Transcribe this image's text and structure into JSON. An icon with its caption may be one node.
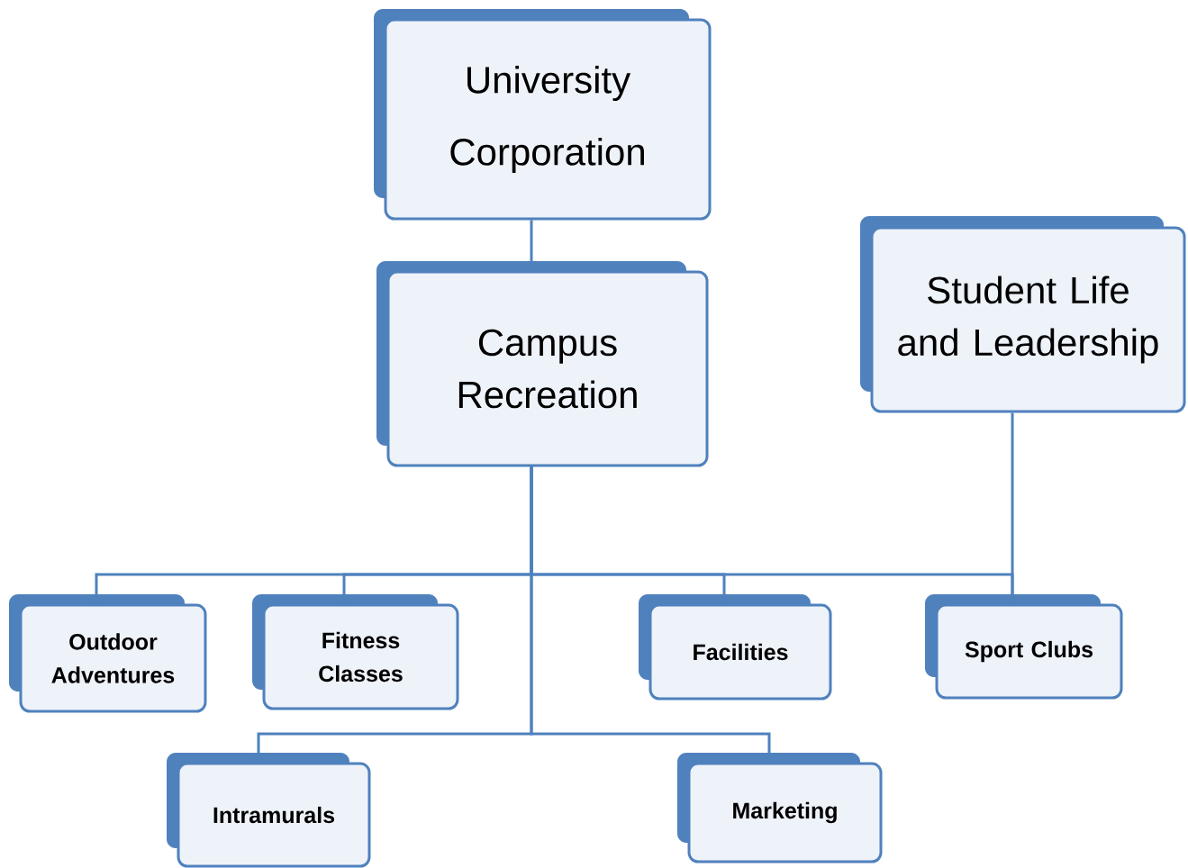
{
  "diagram": {
    "nodes": [
      {
        "text": [
          "University Corporation"
        ]
      },
      {
        "text": [
          "Campus Recreation"
        ]
      },
      {
        "text": [
          "Student Life and Leadership"
        ]
      },
      {
        "text": [
          "Outdoor Adventures"
        ]
      },
      {
        "text": [
          "Fitness Classes"
        ]
      },
      {
        "text": [
          "Facilities"
        ]
      },
      {
        "text": [
          "Sport Clubs"
        ]
      },
      {
        "text": [
          "Intramurals"
        ]
      },
      {
        "text": [
          "Marketing"
        ]
      }
    ],
    "edges": [
      {
        "from": 0,
        "to": 1,
        "arrow": "none"
      },
      {
        "from": 1,
        "to": 3,
        "arrow": "none"
      },
      {
        "from": 1,
        "to": 4,
        "arrow": "none"
      },
      {
        "from": 1,
        "to": 5,
        "arrow": "none"
      },
      {
        "from": 1,
        "to": 6,
        "arrow": "none"
      },
      {
        "from": 2,
        "to": 6,
        "arrow": "none"
      },
      {
        "from": 1,
        "to": 7,
        "arrow": "none"
      },
      {
        "from": 1,
        "to": 8,
        "arrow": "none"
      }
    ]
  }
}
